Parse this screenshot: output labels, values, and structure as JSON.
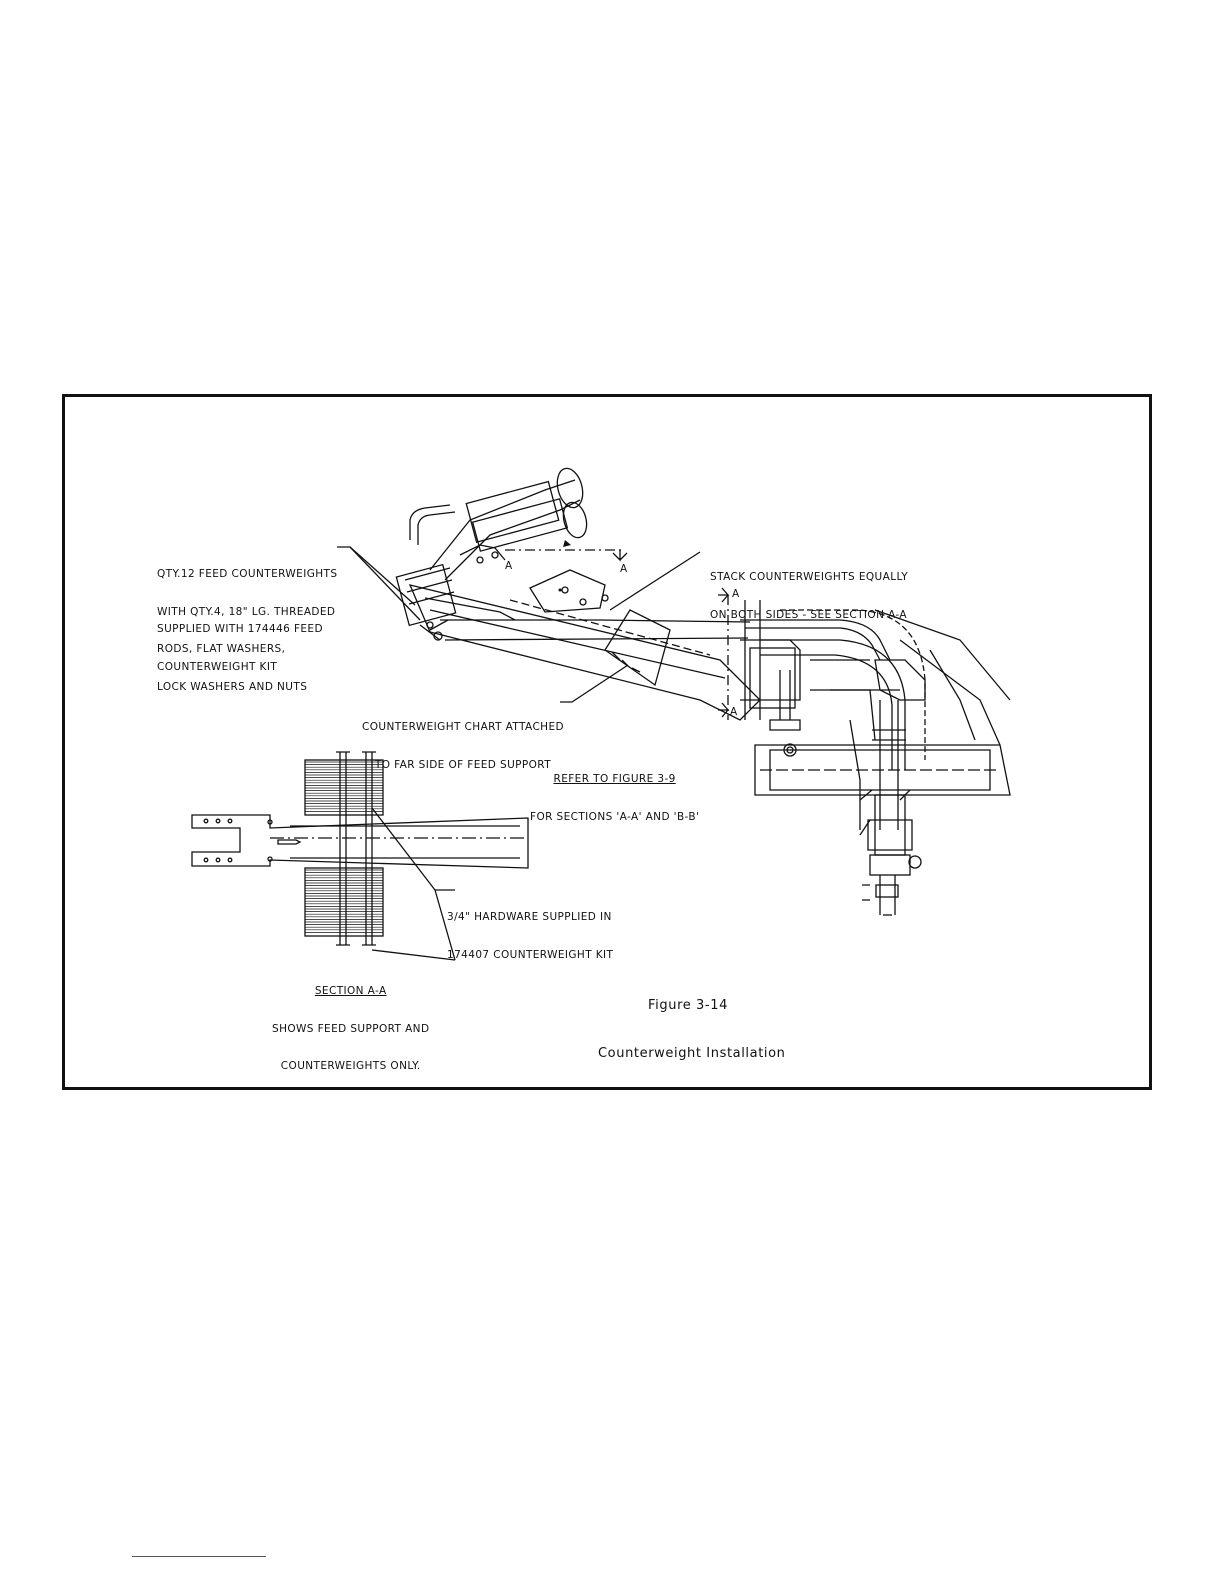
{
  "notes": {
    "feed_counterweights": [
      "QTY.12 FEED COUNTERWEIGHTS",
      "WITH QTY.4, 18\" LG. THREADED",
      "RODS, FLAT WASHERS,",
      "LOCK WASHERS AND NUTS"
    ],
    "supplied_with": [
      "SUPPLIED WITH 174446 FEED",
      "COUNTERWEIGHT KIT"
    ],
    "stack": [
      "STACK COUNTERWEIGHTS EQUALLY",
      "ON BOTH SIDES - SEE SECTION A-A"
    ],
    "chart": [
      "COUNTERWEIGHT CHART ATTACHED",
      "TO FAR SIDE OF FEED SUPPORT"
    ],
    "refer_1": "REFER TO FIGURE 3-9",
    "refer_2": "FOR SECTIONS 'A-A' AND 'B-B'",
    "hardware": [
      "3/4\" HARDWARE SUPPLIED IN",
      "174407 COUNTERWEIGHT KIT"
    ],
    "section_title": "SECTION A-A",
    "section_desc": [
      "SHOWS FEED SUPPORT AND",
      "COUNTERWEIGHTS ONLY."
    ]
  },
  "section_markers": {
    "a_top": "A",
    "a_left": "A",
    "a_right_top": "A",
    "a_right_bottom": "A"
  },
  "caption": {
    "figure": "Figure 3-14",
    "title": "Counterweight Installation"
  }
}
